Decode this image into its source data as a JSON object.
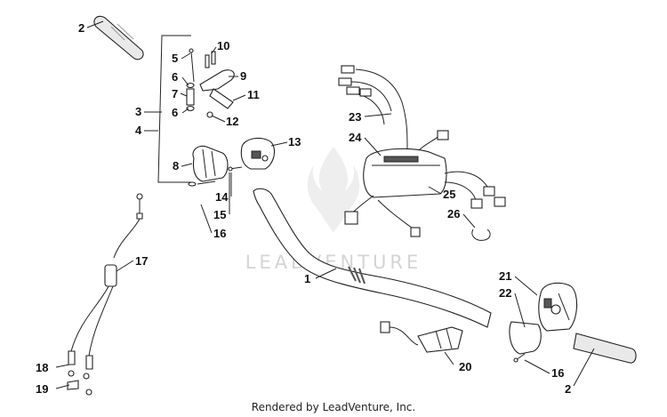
{
  "watermark": {
    "text": "LEADVENTURE"
  },
  "footer": {
    "text": "Rendered by LeadVenture, Inc."
  },
  "callouts": {
    "c1": "1",
    "c2a": "2",
    "c2b": "2",
    "c3": "3",
    "c4": "4",
    "c5": "5",
    "c6a": "6",
    "c6b": "6",
    "c7": "7",
    "c8": "8",
    "c9": "9",
    "c10": "10",
    "c11": "11",
    "c12": "12",
    "c13": "13",
    "c14": "14",
    "c15": "15",
    "c16a": "16",
    "c16b": "16",
    "c17": "17",
    "c18": "18",
    "c19": "19",
    "c20": "20",
    "c21": "21",
    "c22": "22",
    "c23": "23",
    "c24": "24",
    "c25": "25",
    "c26": "26"
  },
  "icons": {
    "logo": "leadventure-flame-icon"
  }
}
